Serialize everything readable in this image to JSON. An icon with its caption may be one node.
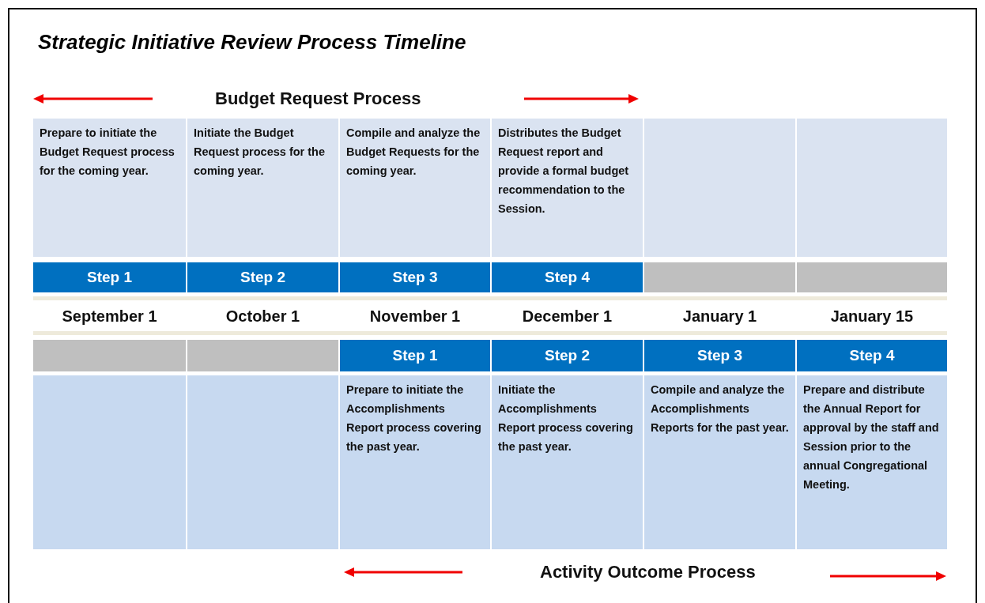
{
  "diagram": {
    "title": "Strategic Initiative Review Process Timeline",
    "labels": [
      "Budget Request Process",
      "Prepare to initiate the Budget Request process for the coming year.",
      "Initiate the Budget Request process for the coming year.",
      "Compile and analyze the Budget Requests for the coming year.",
      "Distributes the Budget Request report and provide a formal budget recommendation to the Session.",
      "Step 1",
      "Step 2",
      "Step 3",
      "Step 4",
      "September 1",
      "October 1",
      "November 1",
      "December 1",
      "January 1",
      "January 15",
      "Step 1",
      "Step 2",
      "Step 3",
      "Step 4",
      "Prepare to initiate the Accomplishments Report process covering the past year.",
      "Initiate the Accomplishments Report process covering the past year.",
      "Compile and analyze the Accomplishments Reports for the past year.",
      "Prepare and distribute the Annual Report for approval by the staff and Session prior to the annual Congregational Meeting.",
      "Activity Outcome Process"
    ]
  }
}
